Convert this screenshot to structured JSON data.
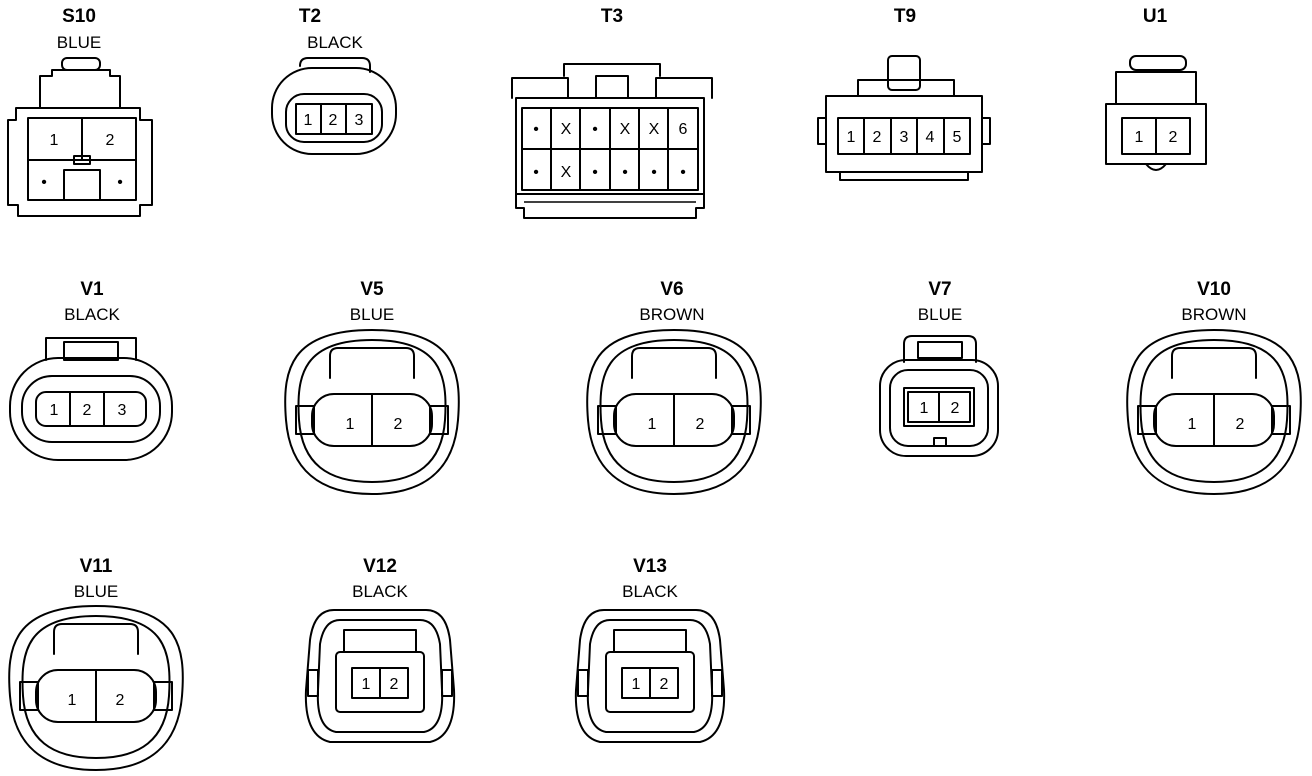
{
  "connectors": [
    {
      "id": "S10",
      "color": "BLUE",
      "cavities": [
        "1",
        "2",
        "•",
        "•"
      ]
    },
    {
      "id": "T2",
      "color": "BLACK",
      "cavities": [
        "1",
        "2",
        "3"
      ]
    },
    {
      "id": "T3",
      "color": "",
      "cavities": [
        "•",
        "X",
        "•",
        "X",
        "X",
        "6",
        "•",
        "X",
        "•",
        "•",
        "•",
        "•"
      ]
    },
    {
      "id": "T9",
      "color": "",
      "cavities": [
        "1",
        "2",
        "3",
        "4",
        "5"
      ]
    },
    {
      "id": "U1",
      "color": "",
      "cavities": [
        "1",
        "2"
      ]
    },
    {
      "id": "V1",
      "color": "BLACK",
      "cavities": [
        "1",
        "2",
        "3"
      ]
    },
    {
      "id": "V5",
      "color": "BLUE",
      "cavities": [
        "1",
        "2"
      ]
    },
    {
      "id": "V6",
      "color": "BROWN",
      "cavities": [
        "1",
        "2"
      ]
    },
    {
      "id": "V7",
      "color": "BLUE",
      "cavities": [
        "1",
        "2"
      ]
    },
    {
      "id": "V10",
      "color": "BROWN",
      "cavities": [
        "1",
        "2"
      ]
    },
    {
      "id": "V11",
      "color": "BLUE",
      "cavities": [
        "1",
        "2"
      ]
    },
    {
      "id": "V12",
      "color": "BLACK",
      "cavities": [
        "1",
        "2"
      ]
    },
    {
      "id": "V13",
      "color": "BLACK",
      "cavities": [
        "1",
        "2"
      ]
    }
  ]
}
